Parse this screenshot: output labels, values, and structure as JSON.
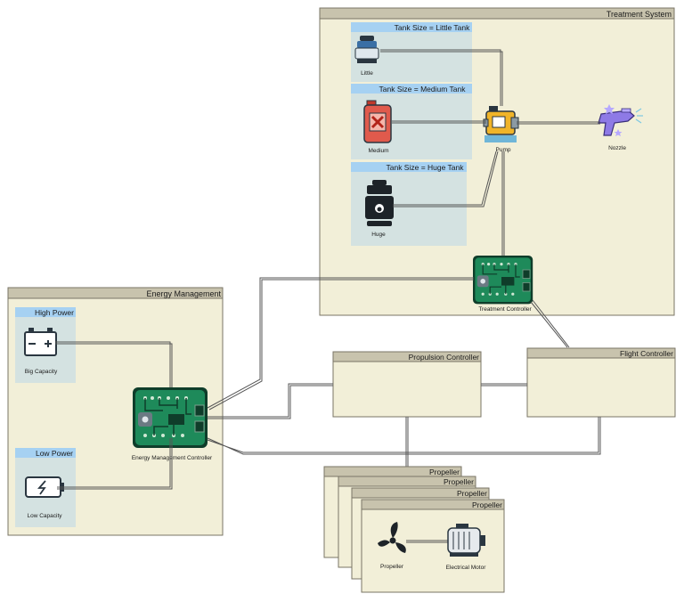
{
  "colors": {
    "container_fill": "#f2efd8",
    "header_fill": "#c8c3ad",
    "option_fill": "#d4e2e1",
    "option_header": "#a6d1f2",
    "pcb_green": "#1e8a5a",
    "line": "#555555"
  },
  "treatment_system": {
    "title": "Treatment System",
    "options": [
      {
        "header": "Tank Size = Little Tank",
        "item_label": "Little",
        "icon": "little-tank-icon"
      },
      {
        "header": "Tank Size = Medium Tank",
        "item_label": "Medium",
        "icon": "medium-tank-icon"
      },
      {
        "header": "Tank Size = Huge Tank",
        "item_label": "Huge",
        "icon": "huge-tank-icon"
      }
    ],
    "pump_label": "Pump",
    "nozzle_label": "Nozzle",
    "controller_label": "Treatment Controller"
  },
  "energy_management": {
    "title": "Energy Management",
    "options": [
      {
        "header": "High Power",
        "item_label": "Big Capacity",
        "icon": "battery-icon"
      },
      {
        "header": "Low Power",
        "item_label": "Low Capacity",
        "icon": "low-battery-icon"
      }
    ],
    "controller_label": "Energy Management Controller"
  },
  "propulsion_controller": {
    "title": "Propulsion Controller"
  },
  "flight_controller": {
    "title": "Flight Controller"
  },
  "propeller_stack": {
    "titles": [
      "Propeller",
      "Propeller",
      "Propeller",
      "Propeller"
    ],
    "propeller_label": "Propeller",
    "motor_label": "Electrical Motor"
  }
}
